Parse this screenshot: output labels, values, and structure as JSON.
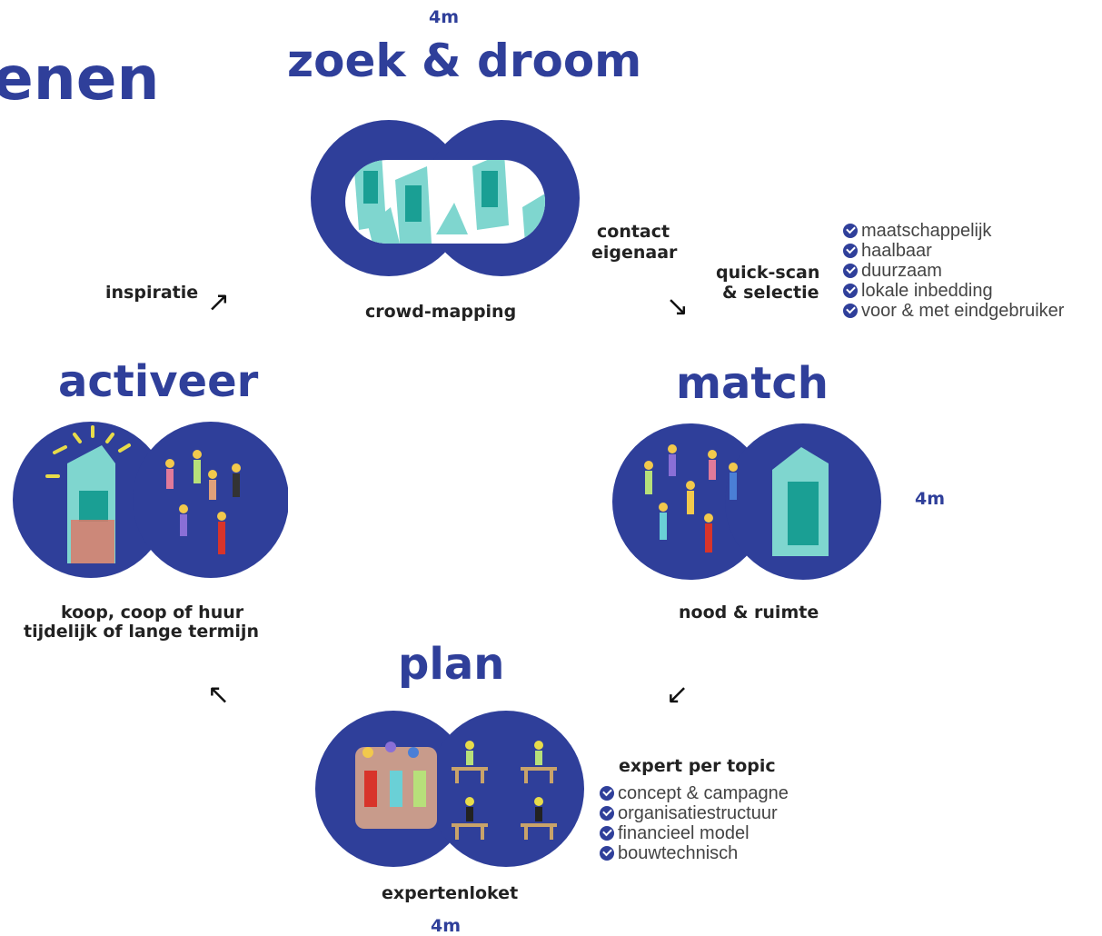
{
  "page_title_fragment": "enen",
  "stages": {
    "zoek": {
      "duration": "4m",
      "title": "zoek & droom",
      "caption": "crowd-mapping"
    },
    "match": {
      "duration": "4m",
      "title": "match",
      "caption": "nood & ruimte"
    },
    "plan": {
      "title": "plan",
      "caption": "expertenloket",
      "duration": "4m"
    },
    "activeer": {
      "title": "activeer",
      "caption_line1": "koop, coop of huur",
      "caption_line2": "tijdelijk of lange termijn"
    }
  },
  "transitions": {
    "inspiratie": "inspiratie",
    "contact_line1": "contact",
    "contact_line2": "eigenaar",
    "quickscan_line1": "quick-scan",
    "quickscan_line2": "& selectie"
  },
  "criteria": [
    "maatschappelijk",
    "haalbaar",
    "duurzaam",
    "lokale inbedding",
    "voor & met eindgebruiker"
  ],
  "expert": {
    "heading": "expert per topic",
    "topics": [
      "concept & campagne",
      "organisatiestructuur",
      "financieel model",
      "bouwtechnisch"
    ]
  },
  "colors": {
    "brand_blue": "#2f3f9a",
    "building_teal": "#7fd6cf",
    "text_dark": "#222222"
  },
  "icons": [
    "arrow-up-right-icon",
    "arrow-down-right-icon",
    "arrow-down-left-icon",
    "arrow-up-left-icon",
    "check-circle-icon",
    "building-icon",
    "people-icon"
  ]
}
